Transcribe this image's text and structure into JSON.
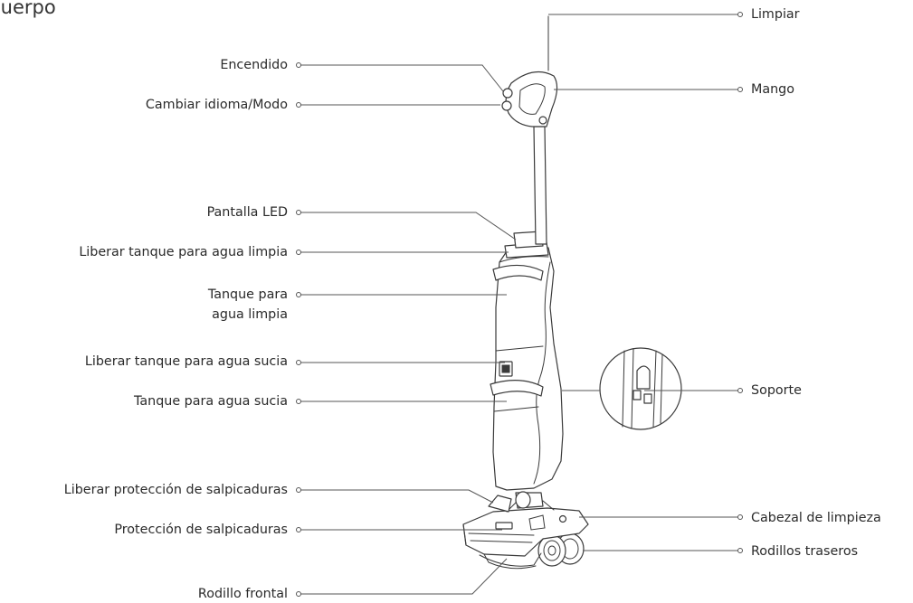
{
  "title": "Cuerpo",
  "labels": {
    "encendido": "Encendido",
    "cambiar": "Cambiar idioma/Modo",
    "pantalla": "Pantalla LED",
    "liberar_limpia": "Liberar tanque para agua limpia",
    "tanque_limpia_1": "Tanque para",
    "tanque_limpia_2": "agua limpia",
    "liberar_sucia": "Liberar tanque para agua sucia",
    "tanque_sucia": "Tanque para agua sucia",
    "liberar_proteccion": "Liberar protección de salpicaduras",
    "proteccion": "Protección de salpicaduras",
    "rodillo_frontal": "Rodillo frontal",
    "limpiar": "Limpiar",
    "mango": "Mango",
    "soporte": "Soporte",
    "cabezal": "Cabezal de limpieza",
    "rodillos_traseros": "Rodillos traseros"
  }
}
